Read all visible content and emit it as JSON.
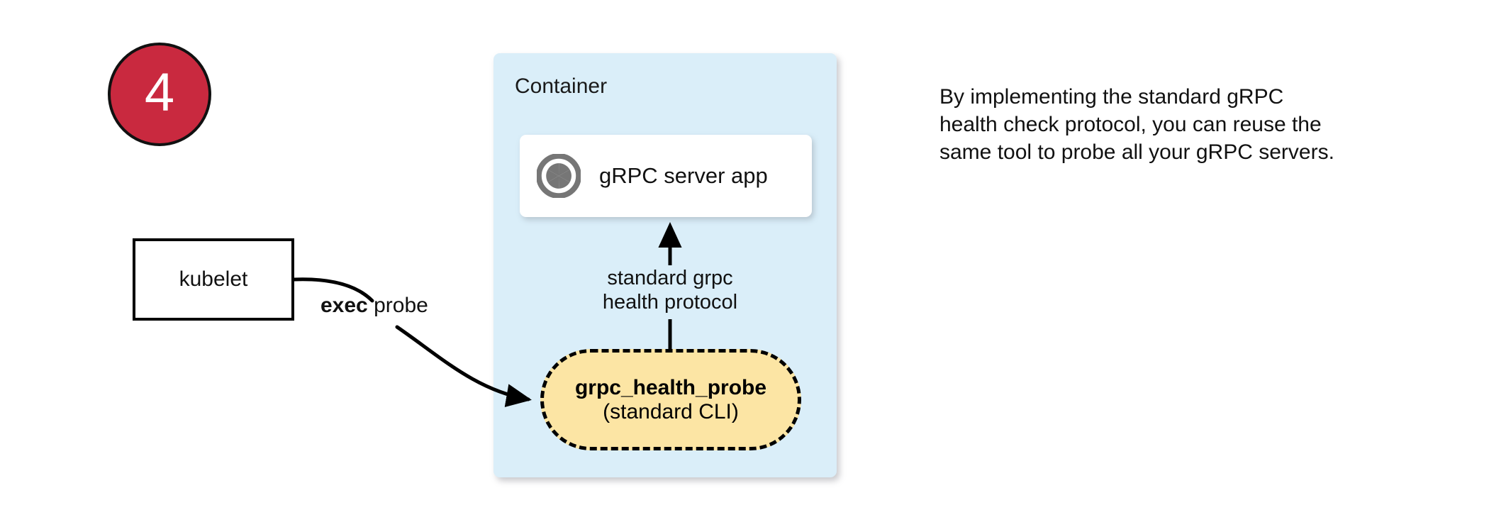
{
  "theme": {
    "badge_fill": "#C9293F",
    "badge_text": "#FFFFFF",
    "container_fill": "#DAEEF9",
    "card_fill": "#FFFFFF",
    "probe_fill": "#FCE5A4",
    "stroke": "#000000",
    "text": "#111111",
    "icon_gray": "#767676"
  },
  "badge": {
    "number": "4"
  },
  "container": {
    "title": "Container",
    "app_card": {
      "icon": "grpc-aperture-icon",
      "label": "gRPC server app"
    },
    "probe": {
      "title": "grpc_health_probe",
      "subtitle": "(standard CLI)"
    },
    "internal_connector": {
      "label_line1": "standard grpc",
      "label_line2": "health protocol",
      "direction": "probe-to-server-app"
    }
  },
  "kubelet": {
    "label": "kubelet"
  },
  "exec_connector": {
    "label_bold": "exec",
    "label_rest": " probe",
    "direction": "kubelet-to-probe"
  },
  "note": {
    "text": "By implementing the standard gRPC health check protocol, you can reuse the same tool to probe all your gRPC servers."
  }
}
